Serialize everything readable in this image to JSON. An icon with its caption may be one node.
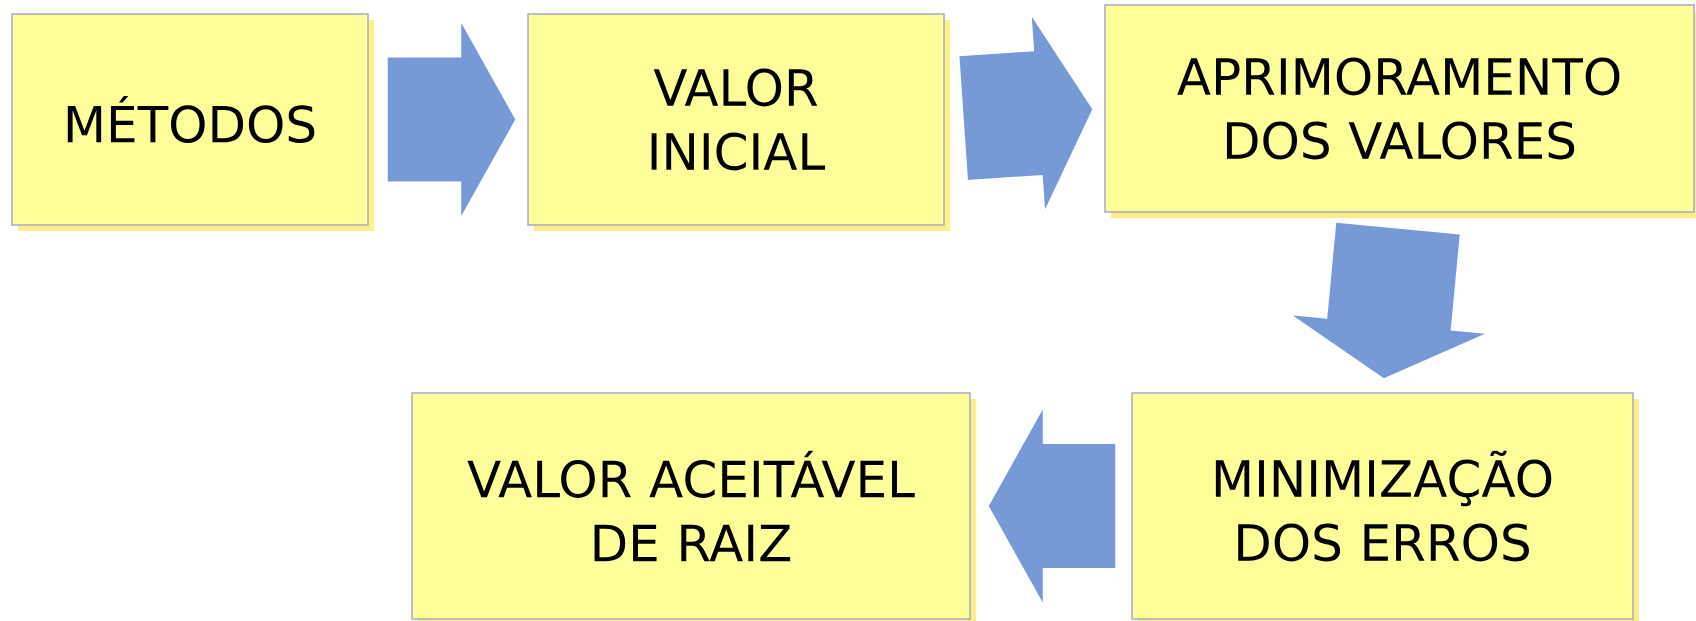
{
  "diagram": {
    "nodes": [
      {
        "text": [
          "MÉTODOS"
        ]
      },
      {
        "text": [
          "VALOR INICIAL"
        ]
      },
      {
        "text": [
          "APRIMORAMENTO DOS VALORES"
        ]
      },
      {
        "text": [
          "MINIMIZAÇÃO DOS ERROS"
        ]
      },
      {
        "text": [
          "VALOR ACEITÁVEL DE RAIZ"
        ]
      }
    ],
    "edges": [
      {
        "from": 0,
        "to": 1,
        "arrow": "to"
      },
      {
        "from": 1,
        "to": 2,
        "arrow": "to"
      },
      {
        "from": 2,
        "to": 3,
        "arrow": "to"
      },
      {
        "from": 3,
        "to": 4,
        "arrow": "to"
      }
    ]
  }
}
